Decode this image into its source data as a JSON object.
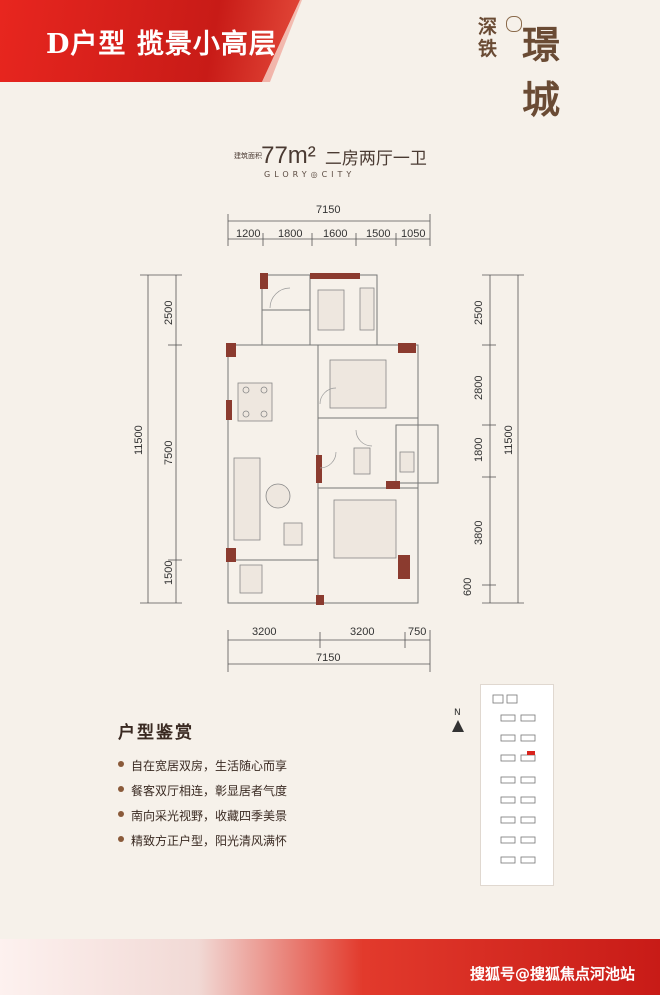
{
  "header": {
    "banner_title": "D户型  揽景小高层",
    "brand_small": "深铁",
    "brand_large": "璟城"
  },
  "unit": {
    "area_label": "建筑面积",
    "area_value": "77m²",
    "layout": "二房两厅一卫",
    "project_en": "GLORY◎CITY"
  },
  "dimensions": {
    "top_total": "7150",
    "top_segments": [
      "1200",
      "1800",
      "1600",
      "1500",
      "1050"
    ],
    "bottom_segments": [
      "3200",
      "3200",
      "750"
    ],
    "bottom_total": "7150",
    "left_total": "11500",
    "left_segments": [
      "2500",
      "7500",
      "1500"
    ],
    "right_total": "11500",
    "right_segments": [
      "2500",
      "2800",
      "1800",
      "3800",
      "600"
    ]
  },
  "features": {
    "title": "户型鉴赏",
    "items": [
      "自在宽居双房，生活随心而享",
      "餐客双厅相连，彰显居者气度",
      "南向采光视野，收藏四季美景",
      "精致方正户型，阳光清风满怀"
    ]
  },
  "site": {
    "north": "N"
  },
  "footer": {
    "watermark": "搜狐号@搜狐焦点河池站"
  },
  "colors": {
    "brand_red": "#d8231d",
    "wall": "#8b3b2f",
    "brown_text": "#6a4b34"
  }
}
